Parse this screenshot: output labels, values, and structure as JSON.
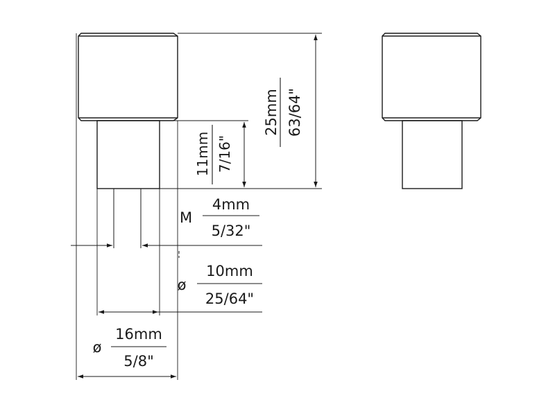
{
  "dimensions": {
    "height_total": {
      "metric": "25mm",
      "imperial": "63/64\""
    },
    "stem_height": {
      "metric": "11mm",
      "imperial": "7/16\""
    },
    "thread": {
      "prefix": "M",
      "metric": "4mm",
      "imperial": "5/32\""
    },
    "stem_diameter": {
      "prefix": "ø",
      "metric": "10mm",
      "imperial": "25/64\""
    },
    "knob_diameter": {
      "prefix": "ø",
      "metric": "16mm",
      "imperial": "5/8\""
    }
  },
  "colors": {
    "line": "#1a1a1a",
    "background": "#ffffff"
  }
}
